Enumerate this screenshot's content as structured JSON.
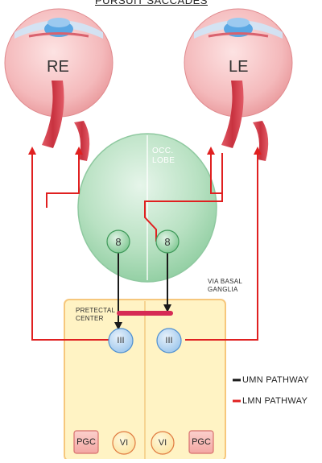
{
  "diagram": {
    "title": "PURSUIT SACCADES",
    "eyes": {
      "right": "RE",
      "left": "LE"
    },
    "lobe_label": "OCC.\nLOBE",
    "nodes": {
      "occ_left": "8",
      "occ_right": "8",
      "nucleus_left": "III",
      "nucleus_right": "III",
      "vi_left": "VI",
      "vi_right": "VI",
      "pgc_left": "PGC",
      "pgc_right": "PGC"
    },
    "labels": {
      "via_basal": "VIA BASAL\nGANGLIA",
      "pretectal": "PRETECTAL\nCENTER"
    },
    "legend": {
      "umn": "UMN PATHWAY",
      "lmn": "LMN PATHWAY"
    },
    "colors": {
      "umn": "#1a1a1a",
      "lmn": "#e02020",
      "eye": "#f2b7b9",
      "brainstem": "#fff2bf",
      "lobe": "#a8d9b4",
      "nucleus": "#bfd9f2",
      "pretectal_bar": "#d62a55"
    }
  }
}
